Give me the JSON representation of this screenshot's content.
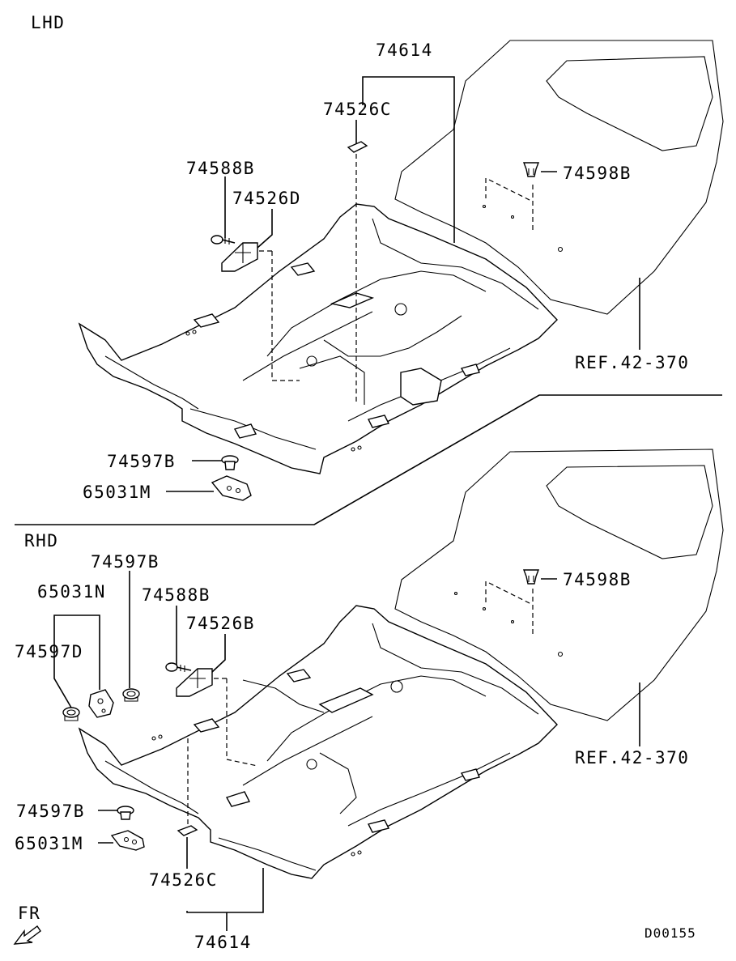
{
  "diagram": {
    "sections": {
      "lhd": "LHD",
      "rhd": "RHD"
    },
    "lhd_labels": {
      "p74614": "74614",
      "p74526C": "74526C",
      "p74588B": "74588B",
      "p74526D": "74526D",
      "p74598B": "74598B",
      "ref": "REF.42-370",
      "p74597B": "74597B",
      "p65031M": "65031M"
    },
    "rhd_labels": {
      "p74597B_top": "74597B",
      "p65031N": "65031N",
      "p74588B": "74588B",
      "p74526B": "74526B",
      "p74597D": "74597D",
      "p74598B": "74598B",
      "ref": "REF.42-370",
      "p74597B_bottom": "74597B",
      "p65031M": "65031M",
      "p74526C": "74526C",
      "p74614": "74614"
    },
    "direction_label": "FR",
    "drawing_code": "D00155"
  }
}
